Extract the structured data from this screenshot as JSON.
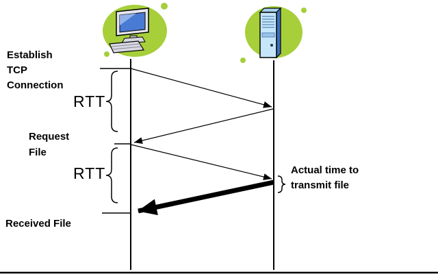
{
  "labels": {
    "establish_tcp": [
      "Establish",
      "TCP",
      "Connection"
    ],
    "rtt_top": "RTT",
    "request_file": [
      "Request",
      "File"
    ],
    "rtt_bottom": "RTT",
    "received_file": "Received File",
    "transmit_time": [
      "Actual time to",
      "transmit file"
    ]
  },
  "icons": {
    "client": "desktop-computer-icon",
    "server": "server-tower-icon"
  },
  "colors": {
    "background": "#FFFFFF",
    "line": "#000000",
    "blob_green": "#A6CF3A",
    "monitor_screen_blue": "#4A7BD4",
    "monitor_highlight": "#9EBCEE",
    "monitor_body_gray": "#E6E6EE",
    "keyboard_gray": "#D8D8E2",
    "server_front_blue": "#C6E6FA",
    "server_side_blue": "#3E6FC0",
    "server_top_blue": "#A6D0F0"
  }
}
